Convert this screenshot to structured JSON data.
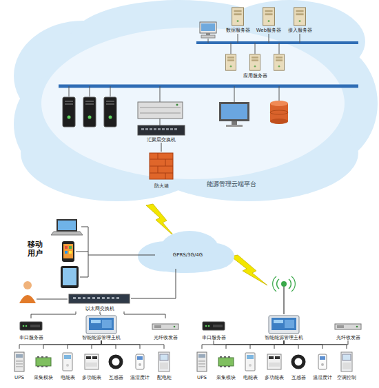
{
  "diagram": {
    "nodes": [
      {
        "text": [
          "能源管理云端平台"
        ]
      },
      {
        "text": [
          "数据服务器"
        ],
        "in": 0
      },
      {
        "text": [
          "Web服务器"
        ],
        "in": 0
      },
      {
        "text": [
          "接入服务器"
        ],
        "in": 0
      },
      {
        "text": [
          "应用服务器"
        ],
        "in": 0
      },
      {
        "text": [
          "汇聚层交换机"
        ],
        "in": 0
      },
      {
        "text": [
          "防火墙"
        ],
        "in": 0
      },
      {
        "text": [
          "GPRS/3G/4G"
        ]
      },
      {
        "text": [
          "移动用户"
        ]
      },
      {
        "text": [
          "以太网交换机"
        ]
      },
      {
        "text": [
          "串口服务器"
        ]
      },
      {
        "text": [
          "智能能源管理主机"
        ]
      },
      {
        "text": [
          "光纤收发器"
        ]
      },
      {
        "text": [
          "UPS"
        ]
      },
      {
        "text": [
          "采集模块"
        ]
      },
      {
        "text": [
          "电能表"
        ]
      },
      {
        "text": [
          "多功能表"
        ]
      },
      {
        "text": [
          "互感器"
        ]
      },
      {
        "text": [
          "温湿度计"
        ]
      },
      {
        "text": [
          "配电柜"
        ]
      },
      {
        "text": [
          "串口服务器"
        ]
      },
      {
        "text": [
          "智能能源管理主机"
        ]
      },
      {
        "text": [
          "光纤收发器"
        ]
      },
      {
        "text": [
          "UPS"
        ]
      },
      {
        "text": [
          "采集模块"
        ]
      },
      {
        "text": [
          "电能表"
        ]
      },
      {
        "text": [
          "多功能表"
        ]
      },
      {
        "text": [
          "互感器"
        ]
      },
      {
        "text": [
          "温湿度计"
        ]
      },
      {
        "text": [
          "空调控制"
        ]
      }
    ],
    "edges": [
      {
        "from": 5,
        "to": 6,
        "arrow": "none"
      },
      {
        "from": 8,
        "to": 7,
        "arrow": "none"
      },
      {
        "from": 7,
        "to": 9,
        "arrow": "none"
      },
      {
        "from": 9,
        "to": 10,
        "arrow": "none"
      },
      {
        "from": 9,
        "to": 11,
        "arrow": "none"
      },
      {
        "from": 9,
        "to": 12,
        "arrow": "none"
      },
      {
        "from": 11,
        "to": 13,
        "arrow": "none"
      },
      {
        "from": 11,
        "to": 14,
        "arrow": "none"
      },
      {
        "from": 11,
        "to": 15,
        "arrow": "none"
      },
      {
        "from": 11,
        "to": 16,
        "arrow": "none"
      },
      {
        "from": 11,
        "to": 17,
        "arrow": "none"
      },
      {
        "from": 11,
        "to": 18,
        "arrow": "none"
      },
      {
        "from": 11,
        "to": 19,
        "arrow": "none"
      },
      {
        "from": 21,
        "to": 20,
        "arrow": "none"
      },
      {
        "from": 21,
        "to": 22,
        "arrow": "none"
      },
      {
        "from": 21,
        "to": 23,
        "arrow": "none"
      },
      {
        "from": 21,
        "to": 24,
        "arrow": "none"
      },
      {
        "from": 21,
        "to": 25,
        "arrow": "none"
      },
      {
        "from": 21,
        "to": 26,
        "arrow": "none"
      },
      {
        "from": 21,
        "to": 27,
        "arrow": "none"
      },
      {
        "from": 21,
        "to": 28,
        "arrow": "none"
      },
      {
        "from": 21,
        "to": 29,
        "arrow": "none"
      }
    ]
  }
}
